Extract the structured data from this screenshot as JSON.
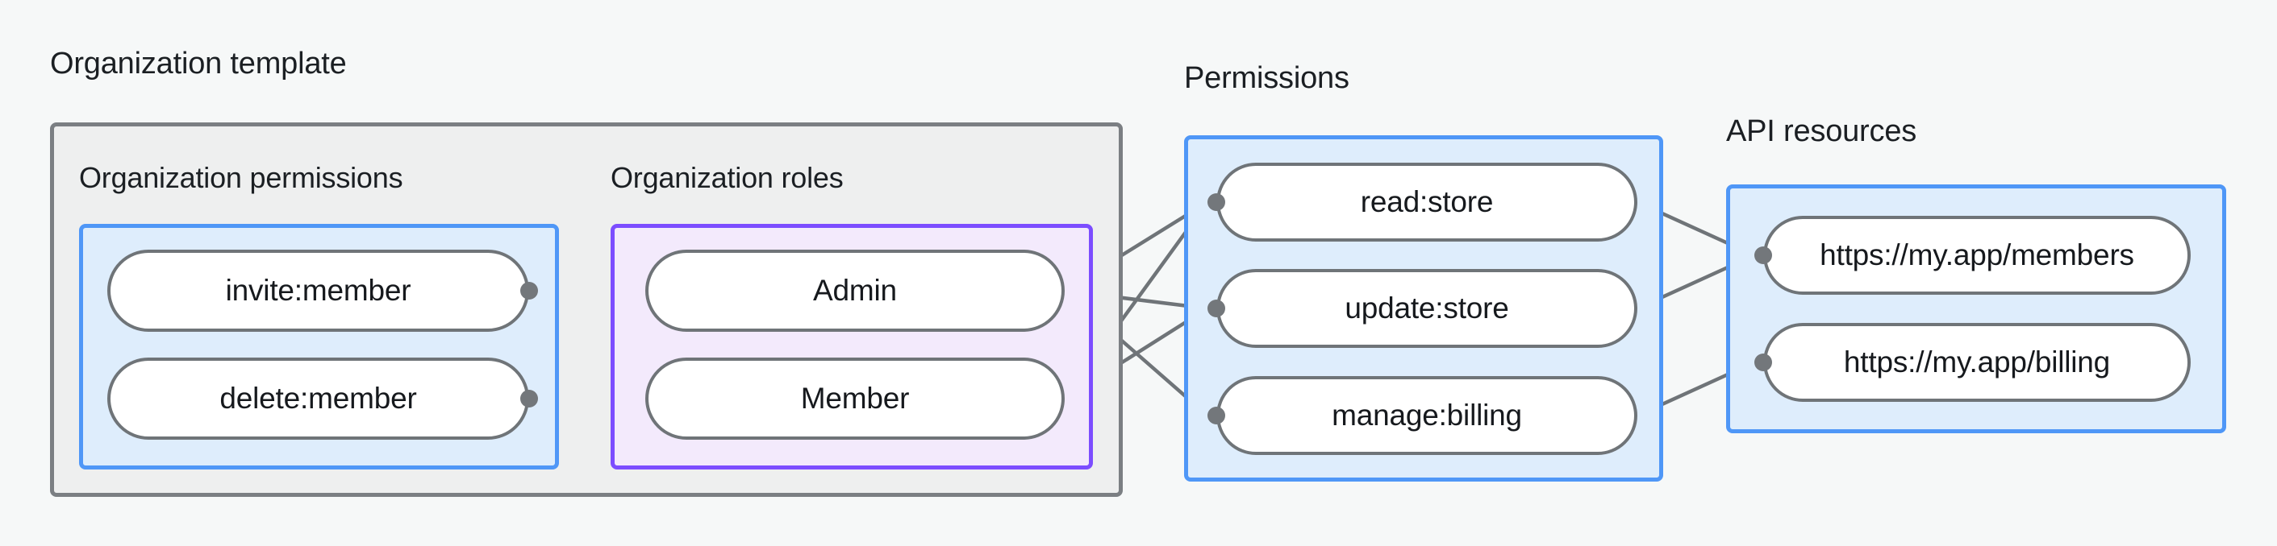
{
  "diagram": {
    "type": "flow-graph",
    "background_color": "#f6f8f8",
    "groups": [
      {
        "id": "organization-template",
        "title": "Organization template",
        "style": "gray",
        "border_color": "#7b7f83",
        "fill_color": "#eeefef",
        "subgroups": [
          {
            "id": "organization-permissions",
            "title": "Organization permissions",
            "style": "blue",
            "border_color": "#4f97f7",
            "fill_color": "#deedfc",
            "nodes": [
              {
                "id": "invite-member",
                "label": "invite:member"
              },
              {
                "id": "delete-member",
                "label": "delete:member"
              }
            ]
          },
          {
            "id": "organization-roles",
            "title": "Organization roles",
            "style": "purple",
            "border_color": "#7c4dff",
            "fill_color": "#f3eafc",
            "nodes": [
              {
                "id": "admin",
                "label": "Admin"
              },
              {
                "id": "member",
                "label": "Member"
              }
            ]
          }
        ]
      },
      {
        "id": "permissions",
        "title": "Permissions",
        "style": "blue",
        "border_color": "#4f97f7",
        "fill_color": "#deedfc",
        "nodes": [
          {
            "id": "read-store",
            "label": "read:store"
          },
          {
            "id": "update-store",
            "label": "update:store"
          },
          {
            "id": "manage-billing",
            "label": "manage:billing"
          }
        ]
      },
      {
        "id": "api-resources",
        "title": "API resources",
        "style": "blue",
        "border_color": "#4f97f7",
        "fill_color": "#deedfc",
        "nodes": [
          {
            "id": "members-url",
            "label": "https://my.app/members"
          },
          {
            "id": "billing-url",
            "label": "https://my.app/billing"
          }
        ]
      }
    ],
    "edges": [
      {
        "from": "invite-member",
        "to": "admin"
      },
      {
        "from": "invite-member",
        "to": "member"
      },
      {
        "from": "delete-member",
        "to": "member"
      },
      {
        "from": "admin",
        "to": "read-store"
      },
      {
        "from": "admin",
        "to": "update-store"
      },
      {
        "from": "admin",
        "to": "manage-billing"
      },
      {
        "from": "member",
        "to": "read-store"
      },
      {
        "from": "member",
        "to": "update-store"
      },
      {
        "from": "read-store",
        "to": "members-url"
      },
      {
        "from": "update-store",
        "to": "members-url"
      },
      {
        "from": "manage-billing",
        "to": "billing-url"
      }
    ],
    "edge_color": "#6f7478",
    "handle_color": "#73777b",
    "node_border_color": "#6f7478",
    "node_fill_color": "#ffffff"
  }
}
